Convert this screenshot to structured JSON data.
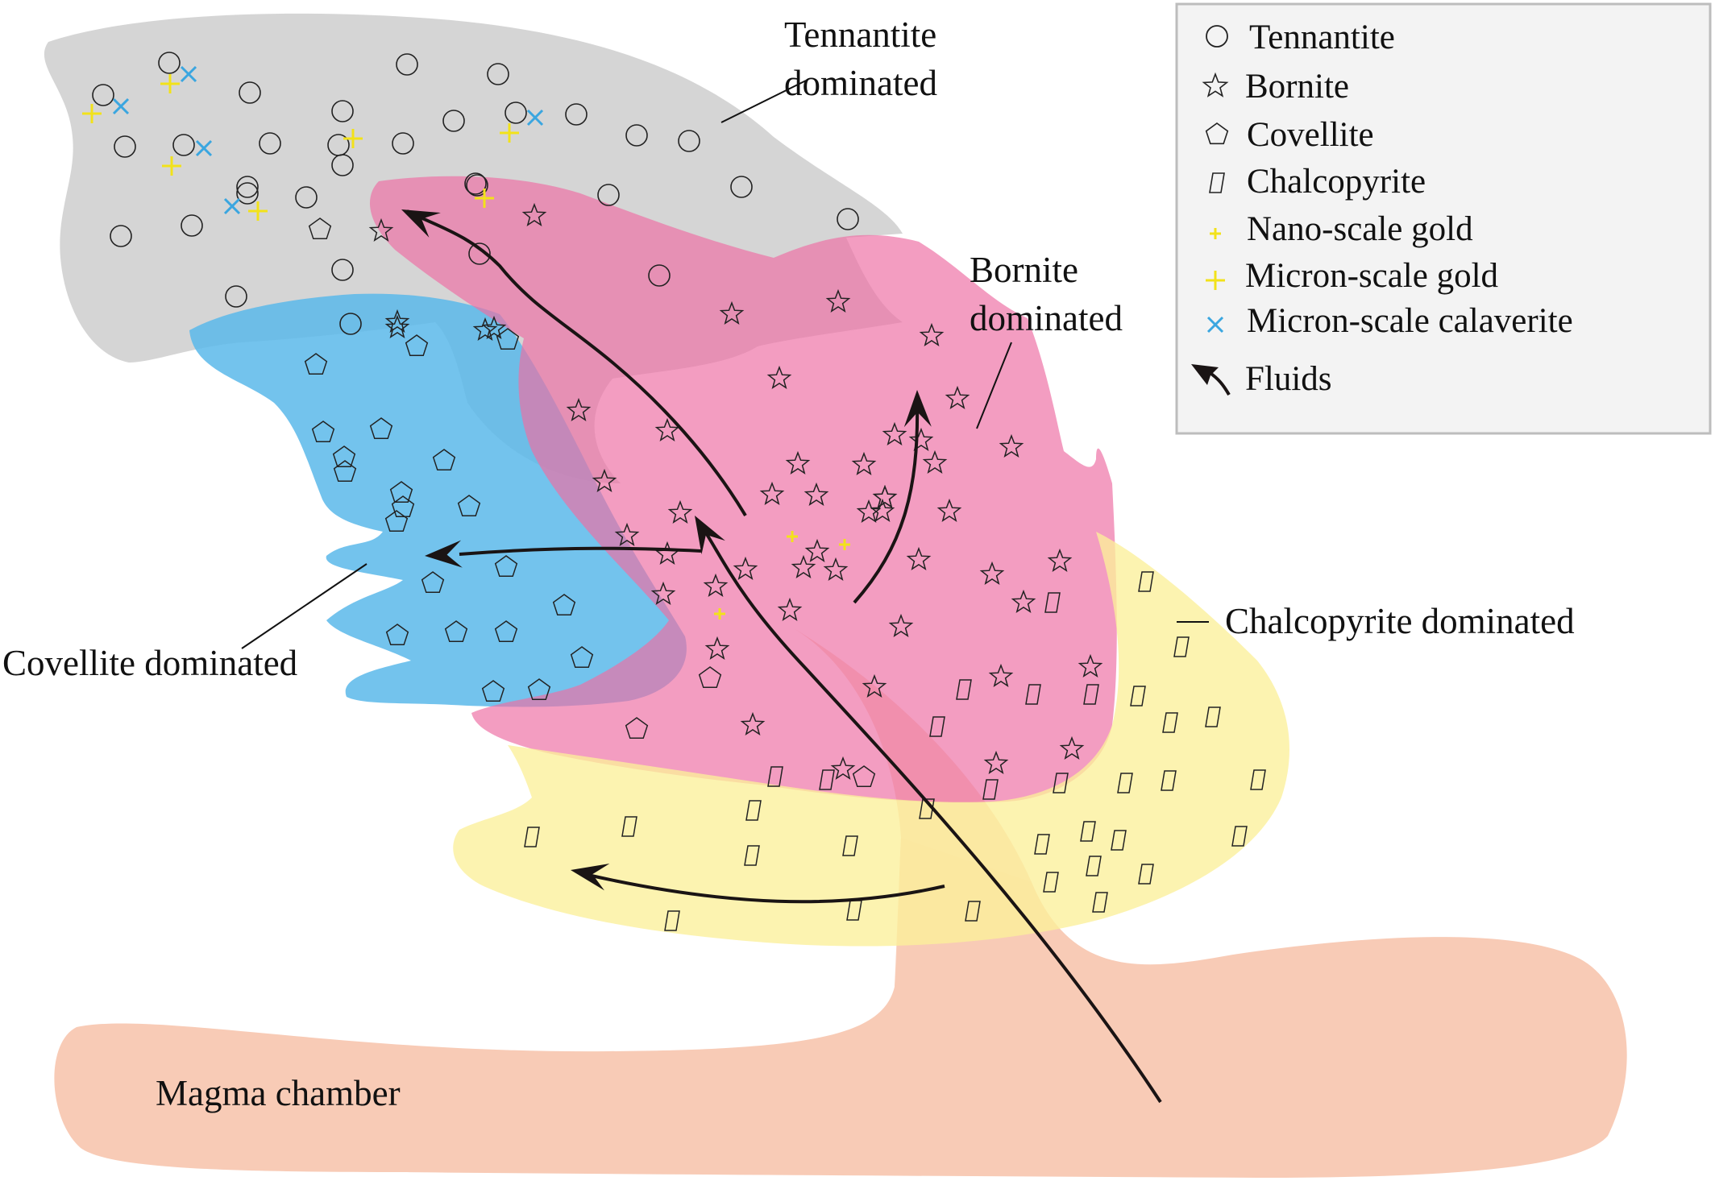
{
  "zones": {
    "tennantite": {
      "label_lines": [
        "Tennantite",
        "dominated"
      ],
      "color": "#c9c9c9"
    },
    "bornite": {
      "label_lines": [
        "Bornite",
        "dominated"
      ],
      "color": "#ee6fa4"
    },
    "covellite": {
      "label": "Covellite dominated",
      "color": "#5ab8ea"
    },
    "chalcopyrite": {
      "label": "Chalcopyrite  dominated",
      "color": "#fbf09a"
    },
    "magma": {
      "label": "Magma chamber",
      "color": "#f8cbb6"
    }
  },
  "legend": {
    "items": [
      {
        "icon": "circle-icon",
        "label": "Tennantite"
      },
      {
        "icon": "star-icon",
        "label": "Bornite"
      },
      {
        "icon": "pentagon-icon",
        "label": "Covellite"
      },
      {
        "icon": "parallelogram-icon",
        "label": "Chalcopyrite"
      },
      {
        "icon": "small-plus-icon",
        "label": "Nano-scale gold",
        "color": "#f2e21a"
      },
      {
        "icon": "plus-icon",
        "label": "Micron-scale gold",
        "color": "#f2e21a"
      },
      {
        "icon": "cross-icon",
        "label": "Micron-scale calaverite",
        "color": "#3aa6e0"
      },
      {
        "icon": "arrow-icon",
        "label": "Fluids"
      }
    ]
  },
  "colors": {
    "symbol_stroke": "#222222",
    "arrow": "#1a1414",
    "gold": "#f2e21a",
    "calaverite": "#3aa6e0",
    "legend_border": "#bdbdbd",
    "legend_fill": "#f3f3f3"
  }
}
